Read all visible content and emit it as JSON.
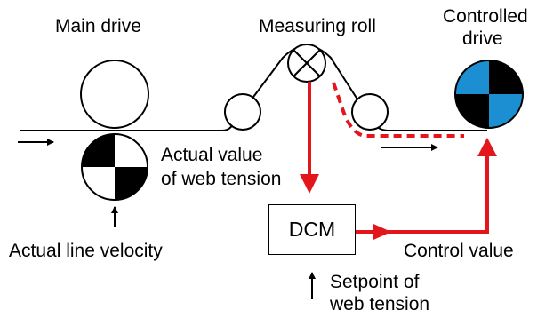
{
  "labels": {
    "main_drive": "Main drive",
    "measuring_roll": "Measuring roll",
    "controlled_drive_l1": "Controlled",
    "controlled_drive_l2": "drive",
    "actual_value_l1": "Actual value",
    "actual_value_l2": "of web tension",
    "actual_line_velocity": "Actual line velocity",
    "dcm": "DCM",
    "control_value": "Control value",
    "setpoint_l1": "Setpoint of",
    "setpoint_l2": "web tension"
  },
  "colors": {
    "signal": "#e3161c",
    "motor_accent": "#1b8fd2",
    "line": "#000000"
  },
  "icons": {
    "measuring_roll": "cross-circle-icon",
    "drive": "quartered-disc-icon"
  }
}
